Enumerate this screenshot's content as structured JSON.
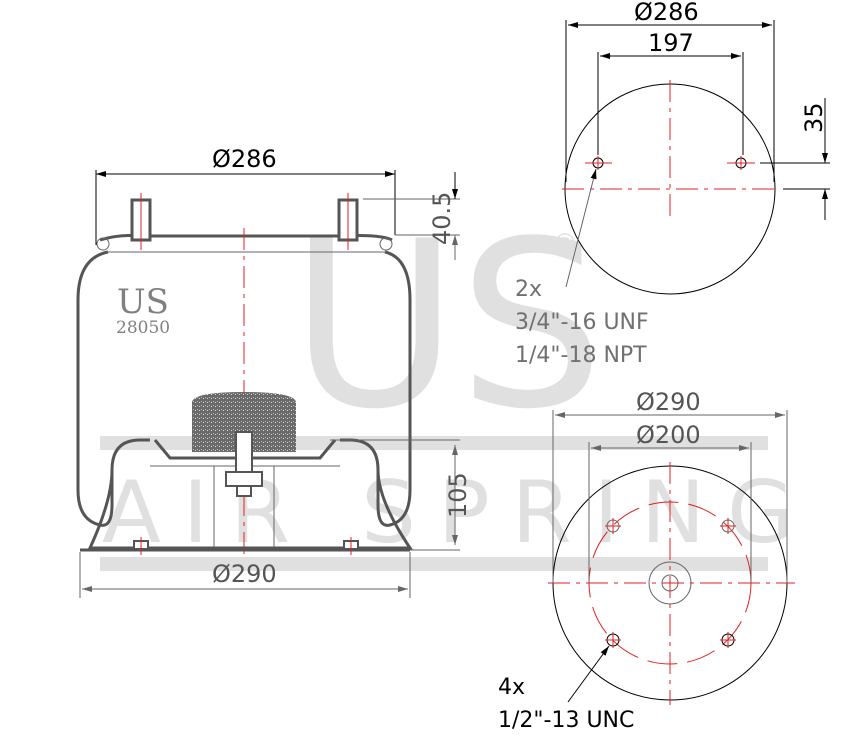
{
  "watermark": {
    "brand_big": "US",
    "brand_registered": "®",
    "brand_word": "AIR SPRING"
  },
  "logo": {
    "brand": "US",
    "part_number": "28050"
  },
  "side_view": {
    "top_diameter_label": "Ø286",
    "bottom_diameter_label": "Ø290",
    "stud_height_label": "40.5",
    "piston_height_label": "105"
  },
  "top_view": {
    "outer_diameter_label": "Ø286",
    "stud_spacing_label": "197",
    "stud_offset_label": "35",
    "callout": {
      "quantity": "2x",
      "thread_1": "3/4\"-16 UNF",
      "thread_2": "1/4\"-18 NPT"
    }
  },
  "bottom_view": {
    "outer_diameter_label": "Ø290",
    "bolt_circle_label": "Ø200",
    "callout": {
      "quantity": "4x",
      "thread": "1/2\"-13 UNC"
    }
  },
  "colors": {
    "centerline": "#e02020",
    "outline": "#000000",
    "watermark": "#e0e0e0",
    "text_gray": "#707070"
  }
}
